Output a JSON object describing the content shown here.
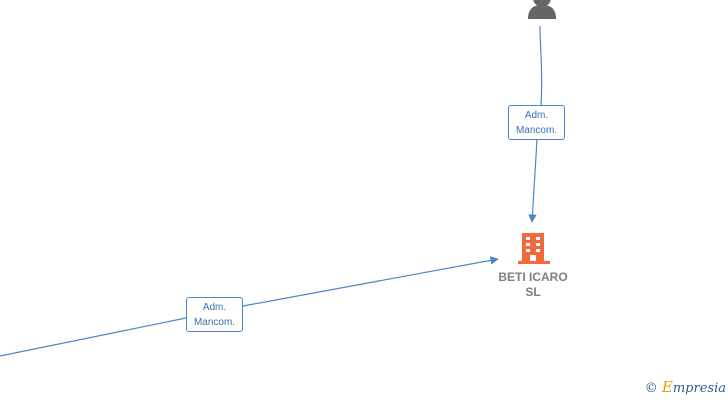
{
  "colors": {
    "edge": "#4a86c8",
    "person": "#666666",
    "company": "#f26a3b",
    "label_text": "#3a6fb0"
  },
  "icons": {
    "person": "person-icon",
    "company": "building-icon"
  },
  "edges": [
    {
      "line1": "Adm.",
      "line2": "Mancom."
    },
    {
      "line1": "Adm.",
      "line2": "Mancom."
    }
  ],
  "company": {
    "name_line1": "BETI ICARO",
    "name_line2": "SL"
  },
  "credit": {
    "symbol": "©",
    "brand_initial": "E",
    "brand_rest": "mpresia"
  }
}
